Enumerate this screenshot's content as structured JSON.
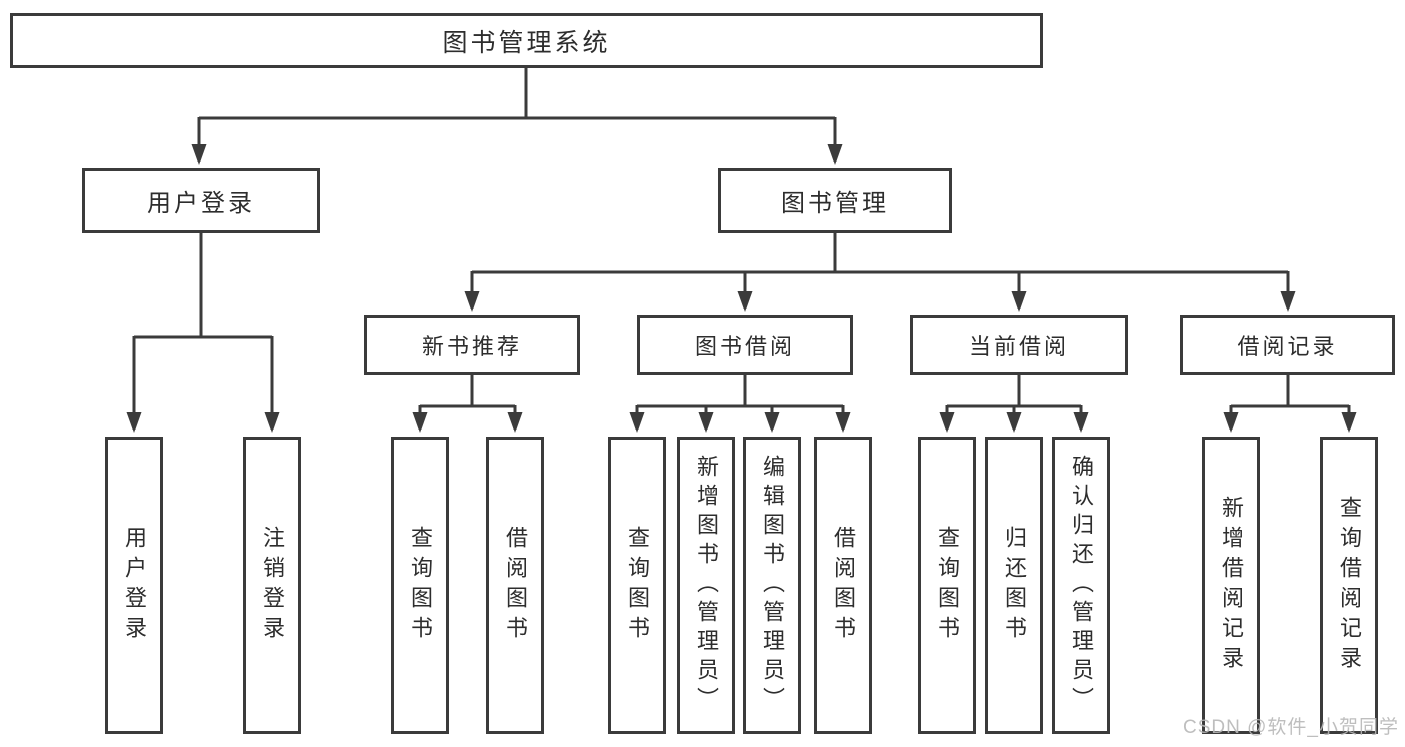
{
  "watermark": "CSDN @软件_小贺同学",
  "colors": {
    "line": "#3b3b3b",
    "box_border": "#3b3b3b",
    "text": "#2d2d2d",
    "watermark": "#b8b8b8",
    "background": "#ffffff"
  },
  "diagram": {
    "root": {
      "label": "图书管理系统"
    },
    "branches": [
      {
        "label": "用户登录",
        "children": [
          "用户登录",
          "注销登录"
        ]
      },
      {
        "label": "图书管理",
        "sections": [
          {
            "label": "新书推荐",
            "children": [
              "查询图书",
              "借阅图书"
            ]
          },
          {
            "label": "图书借阅",
            "children": [
              "查询图书",
              "新增图书（管理员）",
              "编辑图书（管理员）",
              "借阅图书"
            ]
          },
          {
            "label": "当前借阅",
            "children": [
              "查询图书",
              "归还图书",
              "确认归还（管理员）"
            ]
          },
          {
            "label": "借阅记录",
            "children": [
              "新增借阅记录",
              "查询借阅记录"
            ]
          }
        ]
      }
    ]
  }
}
